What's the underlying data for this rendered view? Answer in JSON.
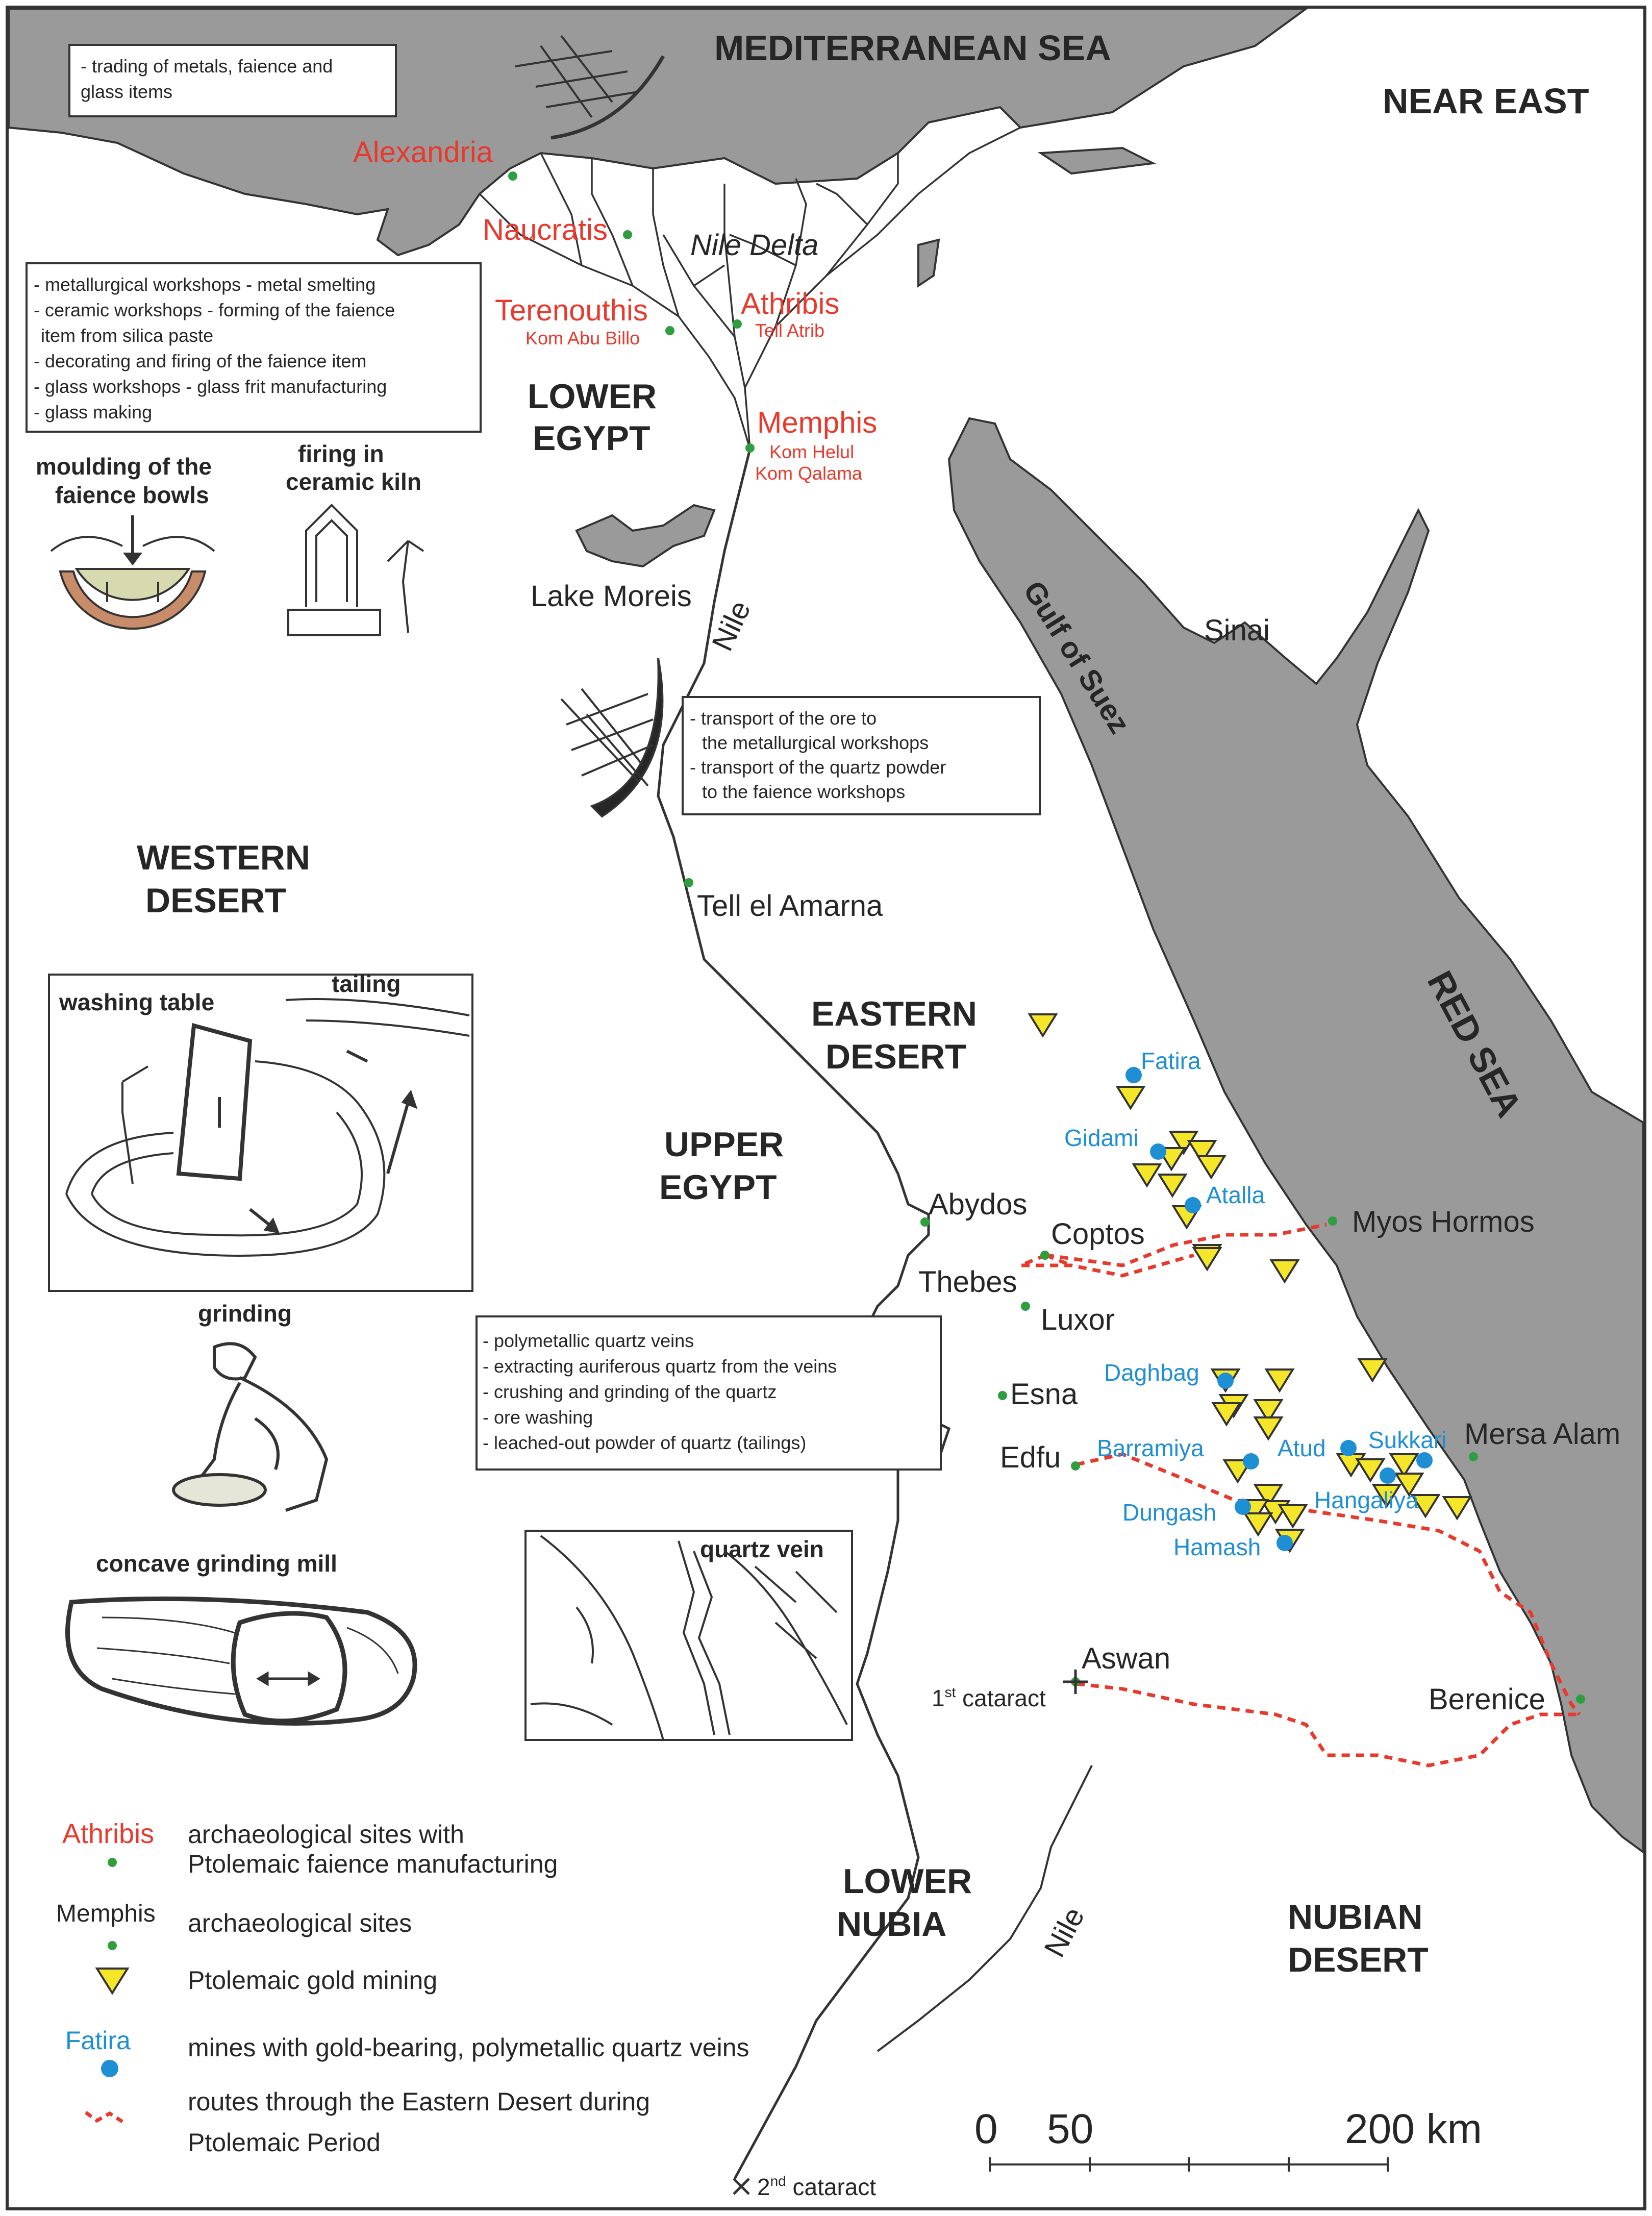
{
  "regions": {
    "mediterranean": "MEDITERRANEAN SEA",
    "near_east": "NEAR EAST",
    "lower_egypt_1": "LOWER",
    "lower_egypt_2": "EGYPT",
    "western_desert_1": "WESTERN",
    "western_desert_2": "DESERT",
    "eastern_desert_1": "EASTERN",
    "eastern_desert_2": "DESERT",
    "upper_egypt_1": "UPPER",
    "upper_egypt_2": "EGYPT",
    "lower_nubia_1": "LOWER",
    "lower_nubia_2": "NUBIA",
    "nubian_desert_1": "NUBIAN",
    "nubian_desert_2": "DESERT",
    "red_sea": "RED SEA",
    "gulf_of_suez": "Gulf of Suez",
    "sinai": "Sinai",
    "nile_delta": "Nile Delta",
    "lake_moreis": "Lake Moreis",
    "nile_1": "Nile",
    "nile_2": "Nile"
  },
  "faience_sites": {
    "alexandria": "Alexandria",
    "naucratis": "Naucratis",
    "terenouthis": "Terenouthis",
    "terenouthis_sub": "Kom Abu Billo",
    "athribis": "Athribis",
    "athribis_sub": "Tell Atrib",
    "memphis": "Memphis",
    "memphis_sub1": "Kom Helul",
    "memphis_sub2": "Kom Qalama"
  },
  "sites": {
    "tell_el_amarna": "Tell el Amarna",
    "abydos": "Abydos",
    "coptos": "Coptos",
    "thebes": "Thebes",
    "luxor": "Luxor",
    "esna": "Esna",
    "edfu": "Edfu",
    "aswan": "Aswan",
    "myos_hormos": "Myos Hormos",
    "mersa_alam": "Mersa Alam",
    "berenice": "Berenice",
    "first_cataract": "1",
    "first_cataract_sup": "st",
    "first_cataract_rest": " cataract",
    "second_cataract": "2",
    "second_cataract_sup": "nd",
    "second_cataract_rest": " cataract"
  },
  "mines": {
    "fatira": "Fatira",
    "gidami": "Gidami",
    "atalla": "Atalla",
    "daghbag": "Daghbag",
    "barramiya": "Barramiya",
    "atud": "Atud",
    "sukkari": "Sukkari",
    "hangaliya": "Hangaliya",
    "dungash": "Dungash",
    "hamash": "Hamash"
  },
  "info_boxes": {
    "trade": [
      "- trading of metals, faience and",
      "glass items"
    ],
    "workshops": [
      "- metallurgical workshops - metal smelting",
      "- ceramic workshops - forming of the faience",
      "item from silica paste",
      "- decorating and firing of the faience item",
      "- glass workshops - glass frit manufacturing",
      "- glass making"
    ],
    "transport": [
      "- transport of the ore to",
      "the metallurgical workshops",
      "- transport of the quartz powder",
      "to the faience workshops"
    ],
    "mining": [
      "- polymetallic quartz veins",
      "- extracting auriferous quartz from the veins",
      "- crushing and grinding of the quartz",
      "- ore washing",
      "- leached-out powder of quartz (tailings)"
    ]
  },
  "vignettes": {
    "moulding_1": "moulding of the",
    "moulding_2": "faience bowls",
    "firing_1": "firing in",
    "firing_2": "ceramic kiln",
    "washing_table": "washing table",
    "tailing": "tailing",
    "grinding": "grinding",
    "grinding_mill": "concave grinding mill",
    "quartz_vein": "quartz vein"
  },
  "legend": {
    "faience_example": "Athribis",
    "faience_desc_1": "archaeological sites with",
    "faience_desc_2": "Ptolemaic faience manufacturing",
    "site_example": "Memphis",
    "site_desc": "archaeological sites",
    "gold_desc": "Ptolemaic gold mining",
    "mine_example": "Fatira",
    "mine_desc": "mines with gold-bearing, polymetallic quartz veins",
    "route_desc_1": "routes through the Eastern Desert during",
    "route_desc_2": "Ptolemaic Period"
  },
  "scale": {
    "label_0": "0",
    "label_50": "50",
    "label_200": "200 km"
  },
  "colors": {
    "sea": "#9a9a9a",
    "faience_site": "#e8392c",
    "site_dot": "#2f9e3f",
    "mine": "#1f8fd4",
    "gold": "#f5e62a",
    "route": "#e8392c",
    "bowl": "#d9d9b0",
    "mould": "#c98c6a"
  }
}
